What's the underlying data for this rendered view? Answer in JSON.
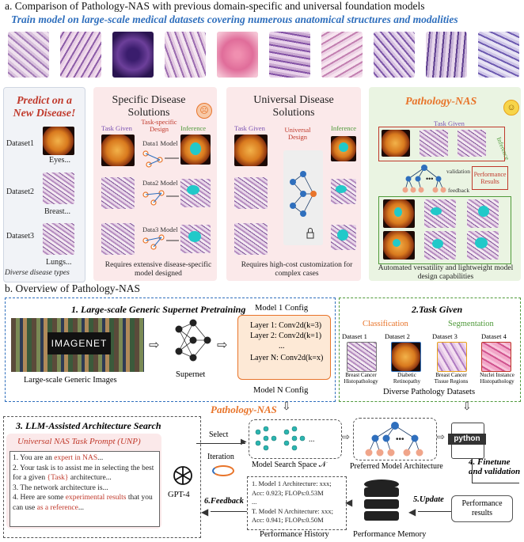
{
  "section_a": {
    "title": "a. Comparison of Pathology-NAS with previous domain-specific and universal foundation models",
    "highlight": "Train model on large-scale medical datasets covering numerous anatomical structures and modalities"
  },
  "predict": {
    "title": "Predict on a New Disease!",
    "datasets": [
      {
        "name": "Dataset1",
        "caption": "Eyes..."
      },
      {
        "name": "Dataset2",
        "caption": "Breast..."
      },
      {
        "name": "Dataset3",
        "caption": "Lungs..."
      }
    ],
    "footer": "Diverse disease types"
  },
  "specific": {
    "title": "Specific Disease Solutions",
    "task_given": "Task Given",
    "design": "Task-specific Design",
    "inference": "Inference",
    "models": [
      "Data1 Model",
      "Data2 Model",
      "Data3 Model"
    ],
    "caption": "Requires extensive disease-specific model designed"
  },
  "universal": {
    "title": "Universal Disease Solutions",
    "task_given": "Task Given",
    "design": "Universal Design",
    "inference": "Inference",
    "caption": "Requires high-cost customization for complex cases"
  },
  "pnas_panel": {
    "title": "Pathology-NAS",
    "task_given": "Task Given",
    "validation": "validation",
    "feedback": "feedback",
    "perf": "Performance Results",
    "inference": "Inference",
    "caption": "Automated versatility and lightweight model design capabilities"
  },
  "section_b": {
    "title": "b. Overview of Pathology-NAS"
  },
  "pretrain": {
    "title": "1. Large-scale Generic Supernet Pretraining",
    "imagenet": "IMAGENET",
    "images_caption": "Large-scale Generic Images",
    "supernet": "Supernet",
    "config_title": "Model 1 Config",
    "layers": [
      "Layer 1: Conv2d(k=3)",
      "Layer 2: Conv2d(k=1)",
      "...",
      "Layer N: Conv2d(k=x)"
    ],
    "config_bottom": "Model N Config"
  },
  "task": {
    "title": "2.Task Given",
    "classification": "Classification",
    "segmentation": "Segmentation",
    "datasets": [
      {
        "name": "Dataset 1",
        "caption": "Breast Cancer Histopathology"
      },
      {
        "name": "Dataset 2",
        "caption": "Diabetic Retinopathy"
      },
      {
        "name": "Dataset 3",
        "caption": "Breast Cancer Tissue Regions"
      },
      {
        "name": "Dataset 4",
        "caption": "Nuclei Instance Histopathology"
      }
    ],
    "footer": "Diverse Pathology  Datasets"
  },
  "pnas_label": "Pathology-NAS",
  "llm": {
    "title": "3. LLM-Assisted Architecture Search",
    "unp": "Universal NAS Task Prompt (UNP)",
    "line1a": "1. You are an ",
    "line1b": "expert in NAS",
    "line1c": "...",
    "line2a": "2. Your task is to assist me in selecting the best for a given ",
    "line2b": "{Task}",
    "line2c": " architecture...",
    "line3": "3. The network architecture is...",
    "line4a": "4. Here are some ",
    "line4b": "experimental results",
    "line4c": " that you can use ",
    "line4d": "as a reference",
    "line4e": "...",
    "gpt": "GPT-4"
  },
  "flow": {
    "select": "Select",
    "iteration": "Iteration",
    "search_space": "Model Search Space 𝒩",
    "preferred": "Preferred Model Architecture",
    "python": "python",
    "finetune": "4. Finetune and validation",
    "update": "5.Update",
    "feedback": "6.Feedback",
    "perf_results": "Performance results",
    "perf_memory": "Performance Memory",
    "history_title": "Performance History",
    "history": [
      "1. Model 1 Architecture: xxx;",
      "Acc: 0.923; FLOPs:0.53M",
      "...",
      "T. Model N Architecture: xxx;",
      "Acc: 0.941; FLOPs:0.50M"
    ]
  },
  "colors": {
    "accent_blue": "#2f6fbd",
    "orange": "#e8742a",
    "pink_panel": "#fbe9ea",
    "green_panel": "#eaf4e2",
    "red": "#c0392b",
    "purple": "#7a52b3"
  }
}
